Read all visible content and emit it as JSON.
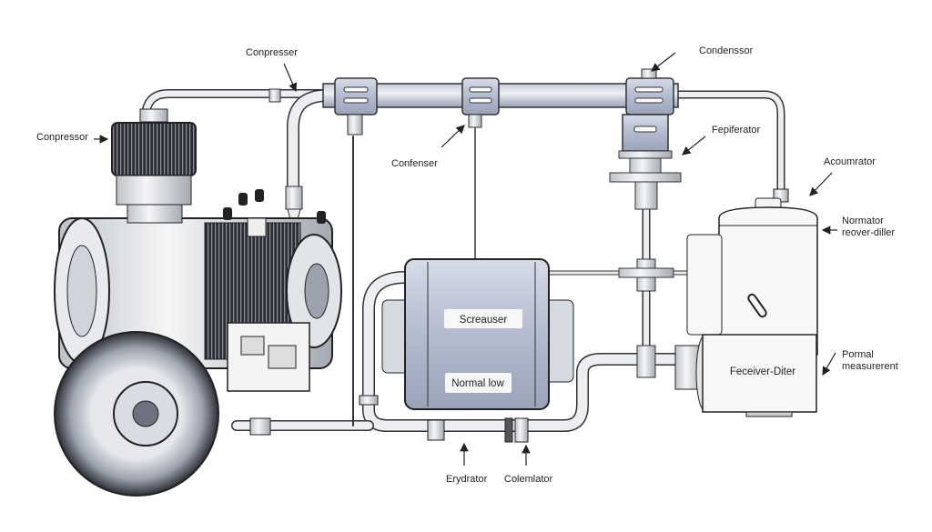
{
  "labels": {
    "conpresser": "Conpresser",
    "condenssor": "Condenssor",
    "compressor": "Conpressor",
    "confenser": "Confenser",
    "fepiferator": "Fepiferator",
    "acumurator": "Acoumrator",
    "normator_line1": "Normator",
    "normator_line2": "reover-diller",
    "pormal_line1": "Pormal",
    "pormal_line2": "measurerent",
    "erydrator": "Erydrator",
    "coternlator": "Colemlator"
  },
  "panel_labels": {
    "screauser": "Screauser",
    "normal_low": "Normal low",
    "receiver": "Feceiver-Diter"
  },
  "colors": {
    "steel_blue": "#b9c1d6",
    "dark_steel": "#5a6275",
    "outline": "#222222",
    "pipe": "#e9ebef"
  }
}
